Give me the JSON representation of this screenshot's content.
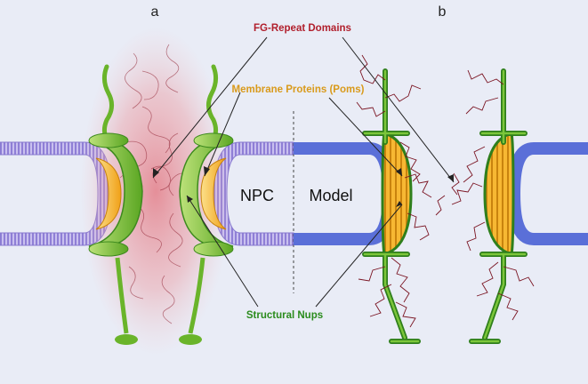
{
  "panels": {
    "left_label": "a",
    "right_label": "b"
  },
  "center": {
    "left_text": "NPC",
    "right_text": "Model"
  },
  "callouts": {
    "fg_repeat": "FG-Repeat Domains",
    "membrane": "Membrane Proteins (Poms)",
    "structural": "Structural Nups"
  },
  "colors": {
    "background": "#e9ecf6",
    "membrane_blue": "#5a6fd8",
    "membrane_hatched": "#b3a6e6",
    "nup_green": "#6ab42a",
    "nup_green_dark": "#2f7f1c",
    "pom_orange": "#f3b12a",
    "fg_red": "#8b1a2a",
    "fg_cloud": "#e9858a",
    "fg_label": "#b11f2c",
    "pom_label": "#d99a1b",
    "nup_label": "#2a8b1c"
  }
}
